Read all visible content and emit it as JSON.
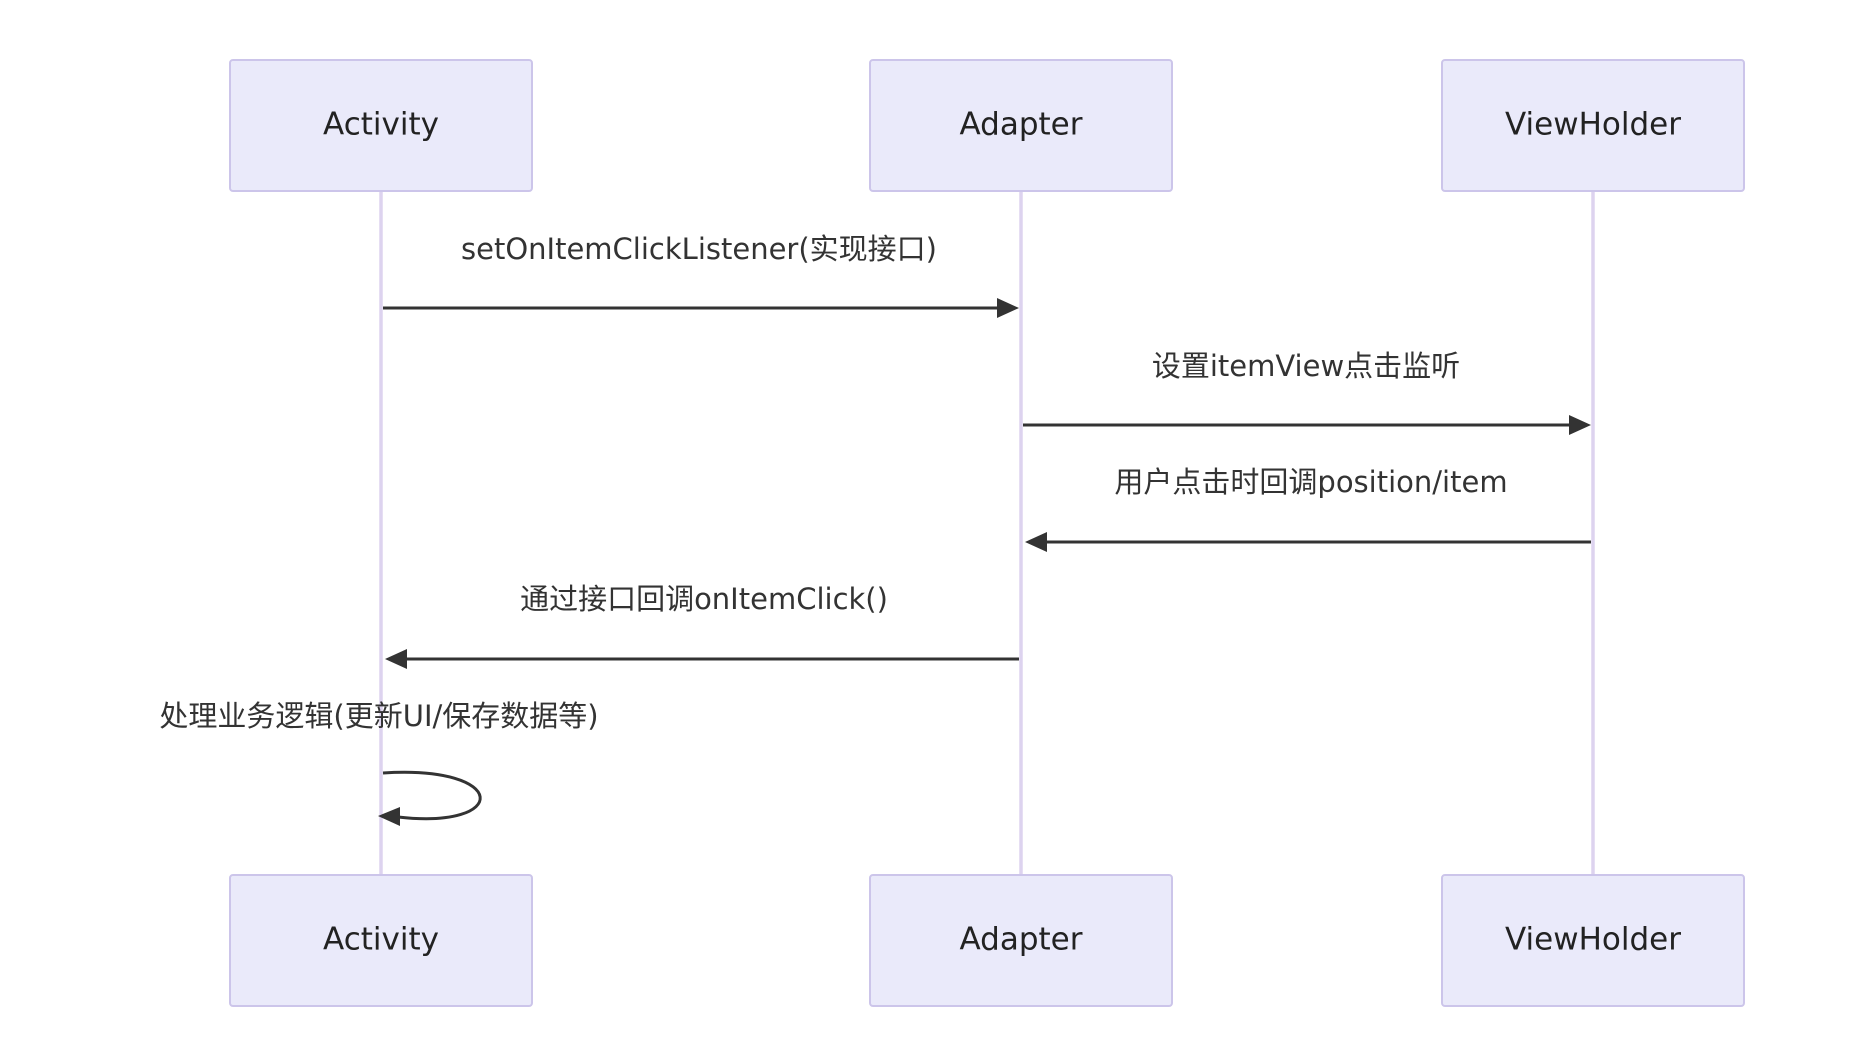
{
  "colors": {
    "actor_fill": "#eaeafa",
    "actor_border": "#ccc5ea",
    "lifeline": "#ddd3ef",
    "message": "#333333"
  },
  "participants": [
    {
      "id": "activity",
      "label": "Activity"
    },
    {
      "id": "adapter",
      "label": "Adapter"
    },
    {
      "id": "viewholder",
      "label": "ViewHolder"
    }
  ],
  "messages": [
    {
      "from": "activity",
      "to": "adapter",
      "label": "setOnItemClickListener(实现接口)"
    },
    {
      "from": "adapter",
      "to": "viewholder",
      "label": "设置itemView点击监听"
    },
    {
      "from": "viewholder",
      "to": "adapter",
      "label": "用户点击时回调position/item"
    },
    {
      "from": "adapter",
      "to": "activity",
      "label": "通过接口回调onItemClick()"
    },
    {
      "from": "activity",
      "to": "activity",
      "label": "处理业务逻辑(更新UI/保存数据等)"
    }
  ]
}
